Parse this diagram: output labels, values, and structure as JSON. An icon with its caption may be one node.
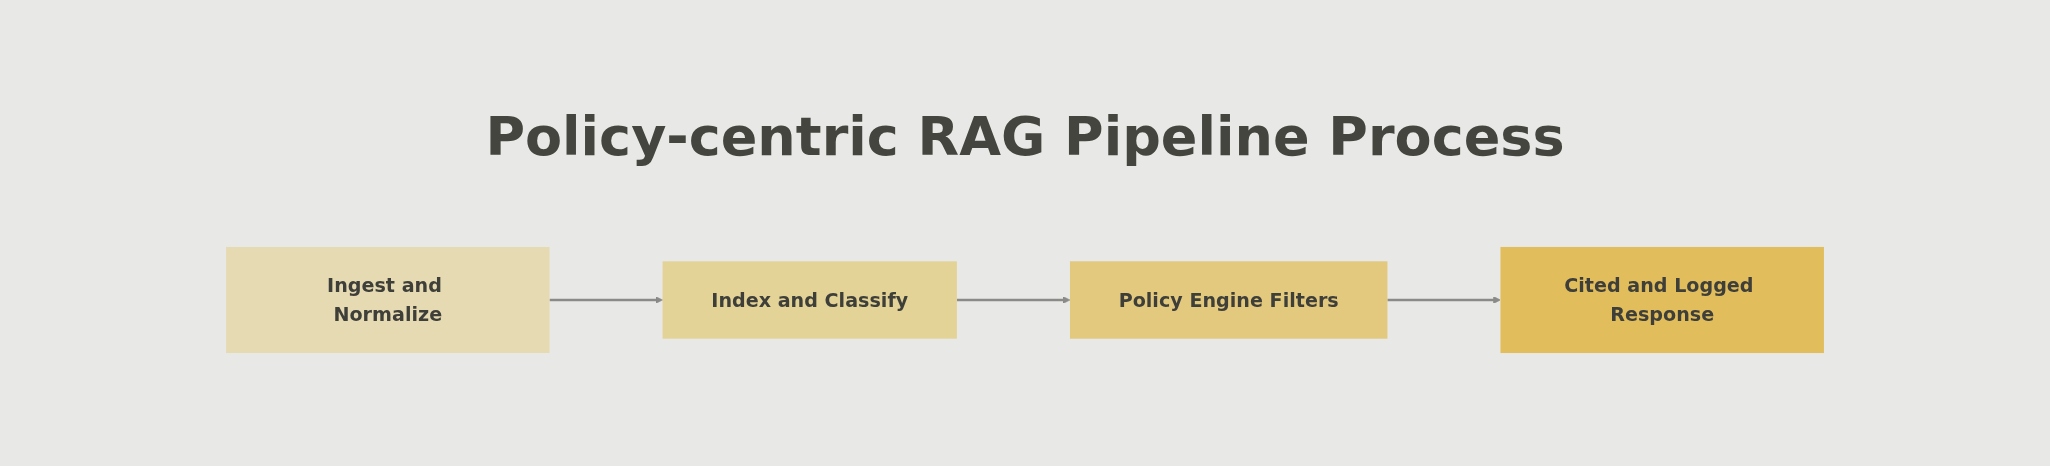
{
  "diagram": {
    "title": "Policy-centric RAG Pipeline Process",
    "nodes": [
      {
        "text": [
          "Ingest and Normalize"
        ]
      },
      {
        "text": [
          "Index and Classify"
        ]
      },
      {
        "text": [
          "Policy Engine Filters"
        ]
      },
      {
        "text": [
          "Cited and Logged Response"
        ]
      }
    ],
    "edges": [
      {
        "from": 0,
        "to": 1,
        "arrow": "to"
      },
      {
        "from": 1,
        "to": 2,
        "arrow": "to"
      },
      {
        "from": 2,
        "to": 3,
        "arrow": "to"
      }
    ]
  }
}
